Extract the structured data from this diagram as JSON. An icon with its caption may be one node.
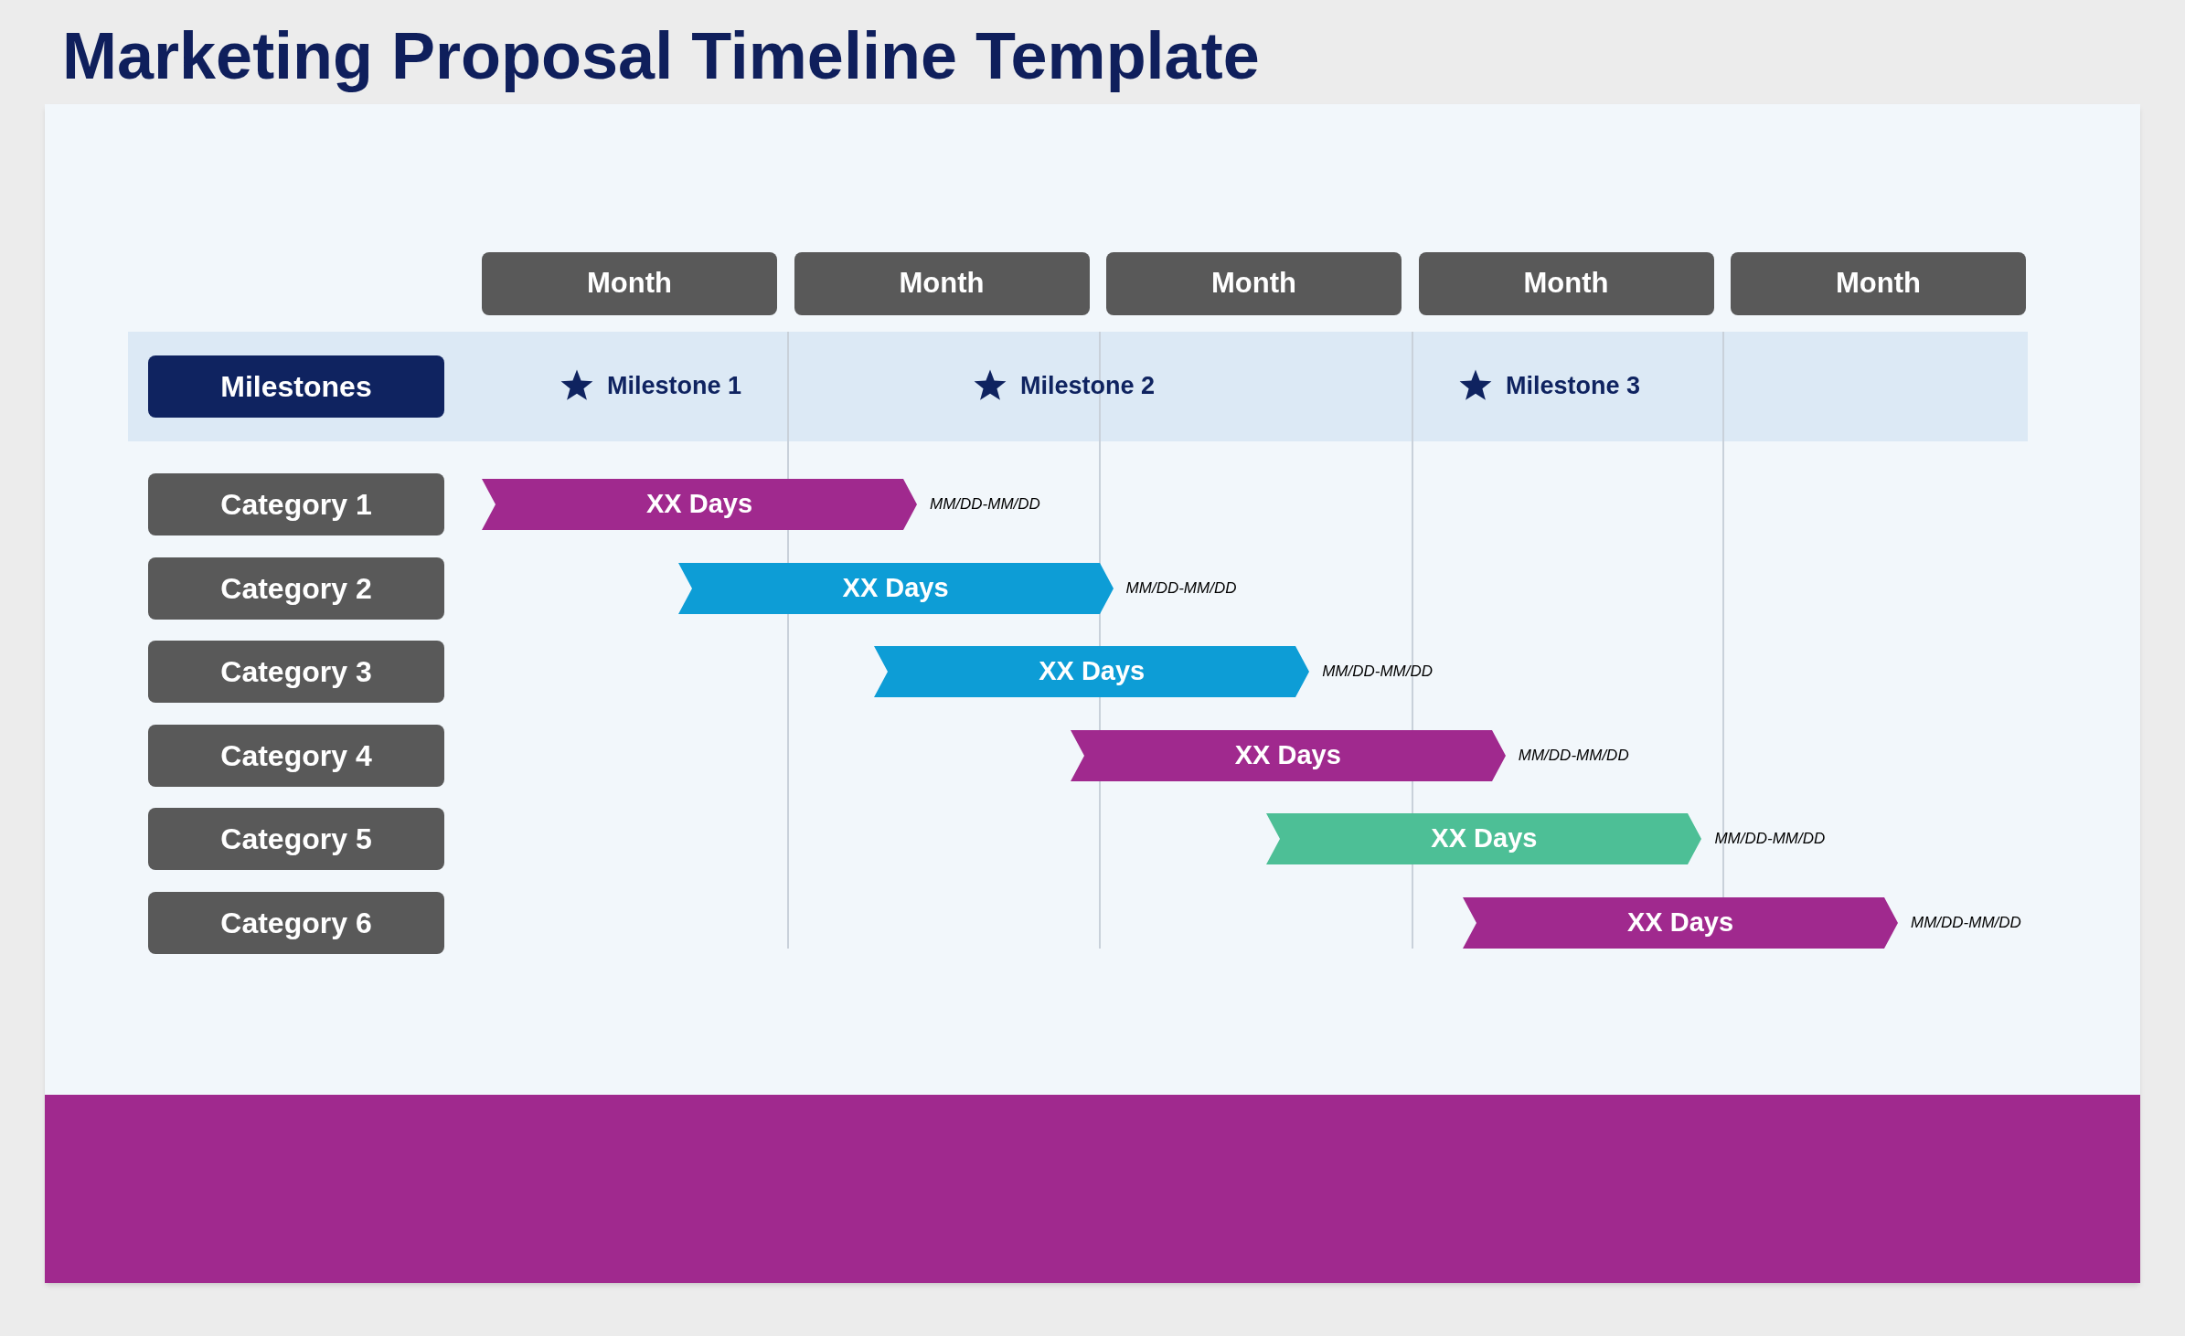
{
  "diagram": {
    "title": "Marketing Proposal Timeline Template",
    "nodes": [
      {
        "text": [
          "Month"
        ]
      },
      {
        "text": [
          "Month"
        ]
      },
      {
        "text": [
          "Month"
        ]
      },
      {
        "text": [
          "Month"
        ]
      },
      {
        "text": [
          "Month"
        ]
      },
      {
        "text": [
          "Milestones"
        ]
      },
      {
        "text": [
          "Category 1"
        ]
      },
      {
        "text": [
          "XX Days"
        ],
        "beside": [
          "MM/DD-MM/DD"
        ]
      },
      {
        "text": [
          "Category 2"
        ]
      },
      {
        "text": [
          "XX Days"
        ],
        "beside": [
          "MM/DD-MM/DD"
        ]
      },
      {
        "text": [
          "Category 3"
        ]
      },
      {
        "text": [
          "XX Days"
        ],
        "beside": [
          "MM/DD-MM/DD"
        ]
      },
      {
        "text": [
          "Category 4"
        ]
      },
      {
        "text": [
          "XX Days"
        ],
        "beside": [
          "MM/DD-MM/DD"
        ]
      },
      {
        "text": [
          "Category 5"
        ]
      },
      {
        "text": [
          "XX Days"
        ],
        "beside": [
          "MM/DD-MM/DD"
        ]
      },
      {
        "text": [
          "Category 6"
        ]
      },
      {
        "text": [
          "XX Days"
        ],
        "beside": [
          "MM/DD-MM/DD"
        ]
      }
    ],
    "edges": [],
    "labels": [
      "Milestone 1",
      "Milestone 2",
      "Milestone 3"
    ]
  }
}
